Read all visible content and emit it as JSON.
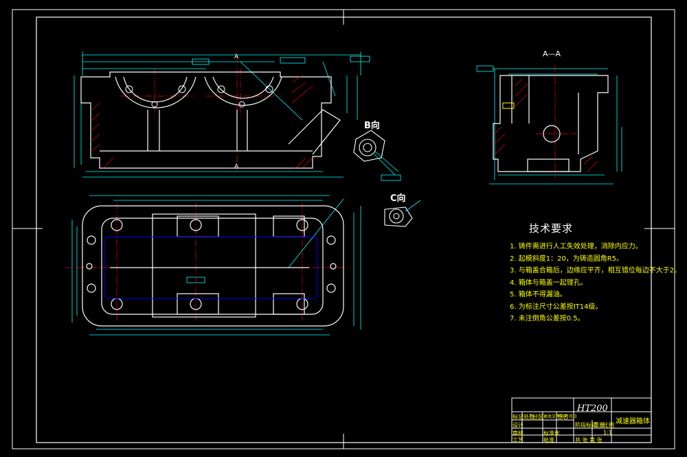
{
  "views": {
    "section_label": "A—A",
    "cut_mark_top": "A",
    "cut_mark_bottom": "A",
    "b_direction": "B向",
    "c_direction": "C向"
  },
  "technical_requirements": {
    "title": "技术要求",
    "items": [
      "1. 铸件需进行人工失效处理，消除内应力。",
      "2. 起模斜度1：20，为铸造圆角R5。",
      "3. 与箱盖合箱后，边缘应平齐，相互错位每边不大于2。",
      "4. 箱体与箱盖一起镗孔。",
      "5. 箱体不得漏油。",
      "6. 为标注尺寸公差按IT14级。",
      "7. 未注倒角公差按0.5。"
    ]
  },
  "title_block": {
    "material": "HT200",
    "part_name": "减速器箱体",
    "row_labels": [
      "标记",
      "处数",
      "分区",
      "更改文件号",
      "签名",
      "年月日"
    ],
    "designer_label": "设计",
    "check_label": "审核",
    "process_label": "工艺",
    "stage_label": "阶段标记",
    "weight_label": "重量",
    "scale_label": "比例",
    "scale_value": "1:1",
    "sheet_label": "共 张 第 张",
    "standard_label": "标准化",
    "approve_label": "批准"
  },
  "colors": {
    "background": "#000000",
    "outline": "#ffffff",
    "dimension": "#00ffff",
    "center_line": "#ff0000",
    "hatch": "#ff0000",
    "annotation": "#ffff00",
    "contour": "#0000ff"
  }
}
